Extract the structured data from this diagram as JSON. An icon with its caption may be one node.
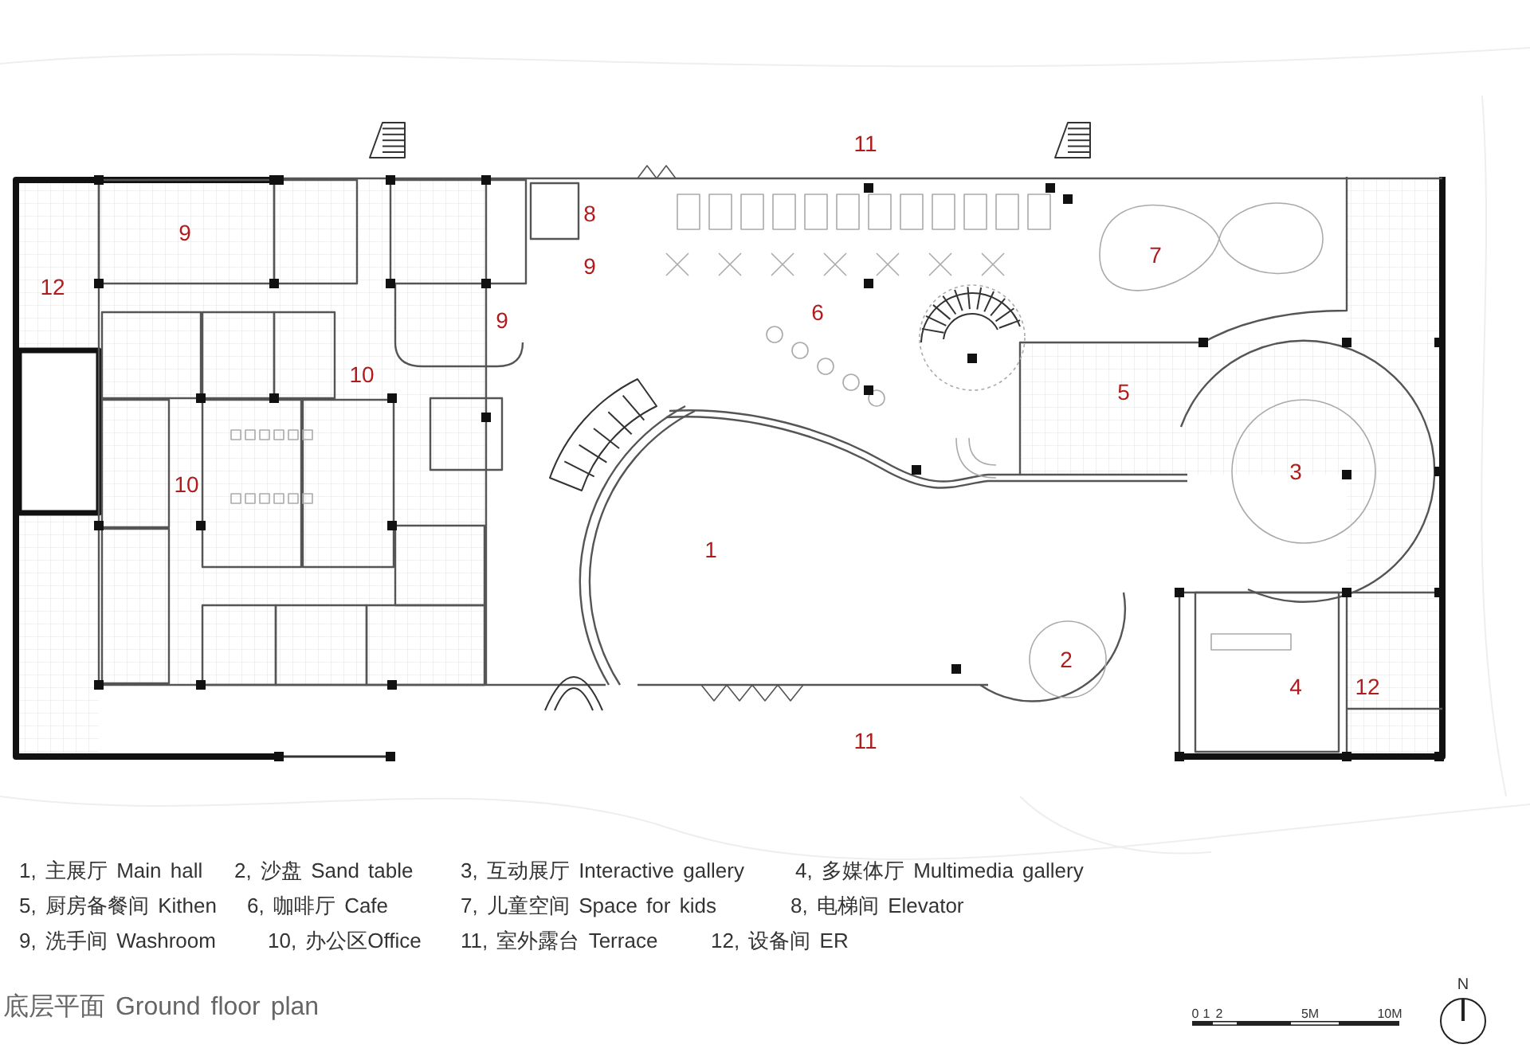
{
  "diagram": {
    "title": "底层平面 Ground floor plan",
    "labels": [
      "11",
      "8",
      "9",
      "7",
      "9",
      "12",
      "6",
      "9",
      "10",
      "5",
      "3",
      "10",
      "1",
      "2",
      "4",
      "12",
      "11",
      "1, 主展厅 Main hall",
      "2, 沙盘 Sand table",
      "3, 互动展厅 Interactive gallery",
      "4, 多媒体厅 Multimedia gallery",
      "5, 厨房备餐间 Kithen",
      "6, 咖啡厅 Cafe",
      "7, 儿童空间 Space for kids",
      "8, 电梯间 Elevator",
      "9, 洗手间 Washroom",
      "10, 办公区Office",
      "11, 室外露台 Terrace",
      "12, 设备间 ER",
      "0",
      "1",
      "2",
      "5M",
      "10M",
      "N"
    ]
  }
}
